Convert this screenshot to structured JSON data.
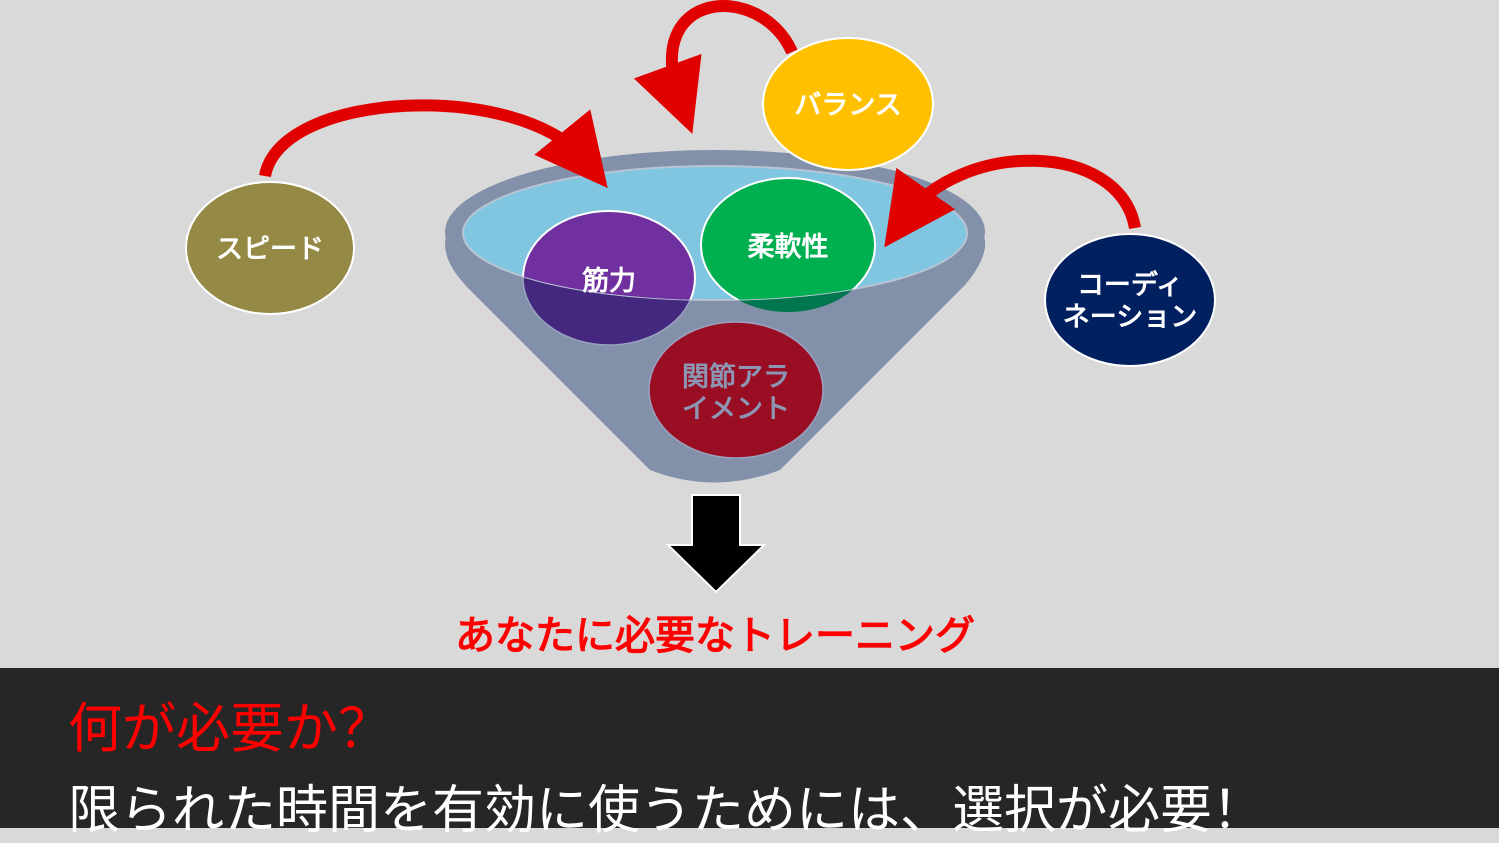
{
  "diagram": {
    "elements": {
      "speed": "スピード",
      "balance": "バランス",
      "strength": "筋力",
      "flexibility": "柔軟性",
      "coordination_line1": "コーディ",
      "coordination_line2": "ネーション",
      "alignment_line1": "関節アラ",
      "alignment_line2": "イメント"
    },
    "result": "あなたに必要なトレーニング"
  },
  "caption": {
    "question": "何が必要か？",
    "message": "限られた時間を有効に使うためには、選択が必要！"
  },
  "colors": {
    "speed": "#948a45",
    "balance": "#ffc000",
    "strength": "#7030a0",
    "flexibility": "#00b050",
    "coordination": "#002060",
    "alignment": "#9a0e24",
    "funnel": "#8290aa",
    "water": "#80c6e0",
    "arrow": "#e00000"
  }
}
